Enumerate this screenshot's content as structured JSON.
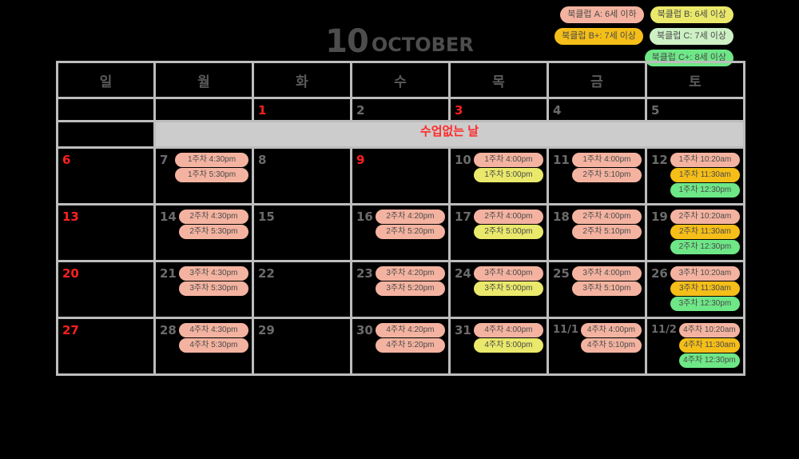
{
  "title": {
    "number": "10",
    "month": "OCTOBER"
  },
  "colors": {
    "salmon": "#f4b3a0",
    "yellow": "#eae96b",
    "amber": "#f5be18",
    "mint": "#cdf0c5",
    "green": "#6ee787",
    "grid": "#bdbdbd",
    "noclass_bg": "#cccccc",
    "sunday_red": "#ff2020",
    "text_gray": "#4a4a4a"
  },
  "legend": [
    {
      "label": "북클럽 A: 6세 이하",
      "color": "#f4b3a0"
    },
    {
      "label": "북클럽 B: 6세 이상",
      "color": "#eae96b"
    },
    {
      "label": "북클럽 B+: 7세 이상",
      "color": "#f5be18"
    },
    {
      "label": "북클럽 C: 7세 이상",
      "color": "#cdf0c5"
    },
    {
      "label": "북클럽 C+: 8세 이상",
      "color": "#6ee787"
    }
  ],
  "weekdays": [
    "일",
    "월",
    "화",
    "수",
    "목",
    "금",
    "토"
  ],
  "noclass_label": "수업없는 날",
  "first_row_dates": [
    "",
    "",
    "1",
    "2",
    "3",
    "4",
    "5"
  ],
  "first_row_sunday_flags": [
    false,
    false,
    true,
    false,
    true,
    false,
    false
  ],
  "weeks": [
    {
      "days": [
        {
          "num": "6",
          "sunday": true,
          "events": []
        },
        {
          "num": "7",
          "sunday": false,
          "events": [
            {
              "text": "1주차 4:30pm",
              "color": "#f4b3a0"
            },
            {
              "text": "1주차 5:30pm",
              "color": "#f4b3a0"
            }
          ]
        },
        {
          "num": "8",
          "sunday": false,
          "events": []
        },
        {
          "num": "9",
          "sunday": true,
          "events": []
        },
        {
          "num": "10",
          "sunday": false,
          "events": [
            {
              "text": "1주차 4:00pm",
              "color": "#f4b3a0"
            },
            {
              "text": "1주차 5:00pm",
              "color": "#eae96b"
            }
          ]
        },
        {
          "num": "11",
          "sunday": false,
          "events": [
            {
              "text": "1주차 4:00pm",
              "color": "#f4b3a0"
            },
            {
              "text": "2주차 5:10pm",
              "color": "#f4b3a0"
            }
          ]
        },
        {
          "num": "12",
          "sunday": false,
          "events": [
            {
              "text": "1주차 10:20am",
              "color": "#f4b3a0"
            },
            {
              "text": "1주차 11:30am",
              "color": "#f5be18"
            },
            {
              "text": "1주차 12:30pm",
              "color": "#6ee787"
            }
          ]
        }
      ]
    },
    {
      "days": [
        {
          "num": "13",
          "sunday": true,
          "events": []
        },
        {
          "num": "14",
          "sunday": false,
          "events": [
            {
              "text": "2주차 4:30pm",
              "color": "#f4b3a0"
            },
            {
              "text": "2주차 5:30pm",
              "color": "#f4b3a0"
            }
          ]
        },
        {
          "num": "15",
          "sunday": false,
          "events": []
        },
        {
          "num": "16",
          "sunday": false,
          "events": [
            {
              "text": "2주차 4:20pm",
              "color": "#f4b3a0"
            },
            {
              "text": "2주차 5:20pm",
              "color": "#f4b3a0"
            }
          ]
        },
        {
          "num": "17",
          "sunday": false,
          "events": [
            {
              "text": "2주차 4:00pm",
              "color": "#f4b3a0"
            },
            {
              "text": "2주차 5:00pm",
              "color": "#eae96b"
            }
          ]
        },
        {
          "num": "18",
          "sunday": false,
          "events": [
            {
              "text": "2주차 4:00pm",
              "color": "#f4b3a0"
            },
            {
              "text": "2주차 5:10pm",
              "color": "#f4b3a0"
            }
          ]
        },
        {
          "num": "19",
          "sunday": false,
          "events": [
            {
              "text": "2주차 10:20am",
              "color": "#f4b3a0"
            },
            {
              "text": "2주차 11:30am",
              "color": "#f5be18"
            },
            {
              "text": "2주차 12:30pm",
              "color": "#6ee787"
            }
          ]
        }
      ]
    },
    {
      "days": [
        {
          "num": "20",
          "sunday": true,
          "events": []
        },
        {
          "num": "21",
          "sunday": false,
          "events": [
            {
              "text": "3주차 4:30pm",
              "color": "#f4b3a0"
            },
            {
              "text": "3주차 5:30pm",
              "color": "#f4b3a0"
            }
          ]
        },
        {
          "num": "22",
          "sunday": false,
          "events": []
        },
        {
          "num": "23",
          "sunday": false,
          "events": [
            {
              "text": "3주차 4:20pm",
              "color": "#f4b3a0"
            },
            {
              "text": "3주차 5:20pm",
              "color": "#f4b3a0"
            }
          ]
        },
        {
          "num": "24",
          "sunday": false,
          "events": [
            {
              "text": "3주차 4:00pm",
              "color": "#f4b3a0"
            },
            {
              "text": "3주차 5:00pm",
              "color": "#eae96b"
            }
          ]
        },
        {
          "num": "25",
          "sunday": false,
          "events": [
            {
              "text": "3주차 4:00pm",
              "color": "#f4b3a0"
            },
            {
              "text": "3주차 5:10pm",
              "color": "#f4b3a0"
            }
          ]
        },
        {
          "num": "26",
          "sunday": false,
          "events": [
            {
              "text": "3주차 10:20am",
              "color": "#f4b3a0"
            },
            {
              "text": "3주차 11:30am",
              "color": "#f5be18"
            },
            {
              "text": "3주차 12:30pm",
              "color": "#6ee787"
            }
          ]
        }
      ]
    },
    {
      "days": [
        {
          "num": "27",
          "sunday": true,
          "events": []
        },
        {
          "num": "28",
          "sunday": false,
          "events": [
            {
              "text": "4주차 4:30pm",
              "color": "#f4b3a0"
            },
            {
              "text": "4주차 5:30pm",
              "color": "#f4b3a0"
            }
          ]
        },
        {
          "num": "29",
          "sunday": false,
          "events": []
        },
        {
          "num": "30",
          "sunday": false,
          "events": [
            {
              "text": "4주차 4:20pm",
              "color": "#f4b3a0"
            },
            {
              "text": "4주차 5:20pm",
              "color": "#f4b3a0"
            }
          ]
        },
        {
          "num": "31",
          "sunday": false,
          "events": [
            {
              "text": "4주차 4:00pm",
              "color": "#f4b3a0"
            },
            {
              "text": "4주차 5:00pm",
              "color": "#eae96b"
            }
          ]
        },
        {
          "num": "11/1",
          "sunday": false,
          "small": true,
          "events": [
            {
              "text": "4주차 4:00pm",
              "color": "#f4b3a0"
            },
            {
              "text": "4주차 5:10pm",
              "color": "#f4b3a0"
            }
          ]
        },
        {
          "num": "11/2",
          "sunday": false,
          "small": true,
          "events": [
            {
              "text": "4주차 10:20am",
              "color": "#f4b3a0"
            },
            {
              "text": "4주차 11:30am",
              "color": "#f5be18"
            },
            {
              "text": "4주차 12:30pm",
              "color": "#6ee787"
            }
          ]
        }
      ]
    }
  ]
}
